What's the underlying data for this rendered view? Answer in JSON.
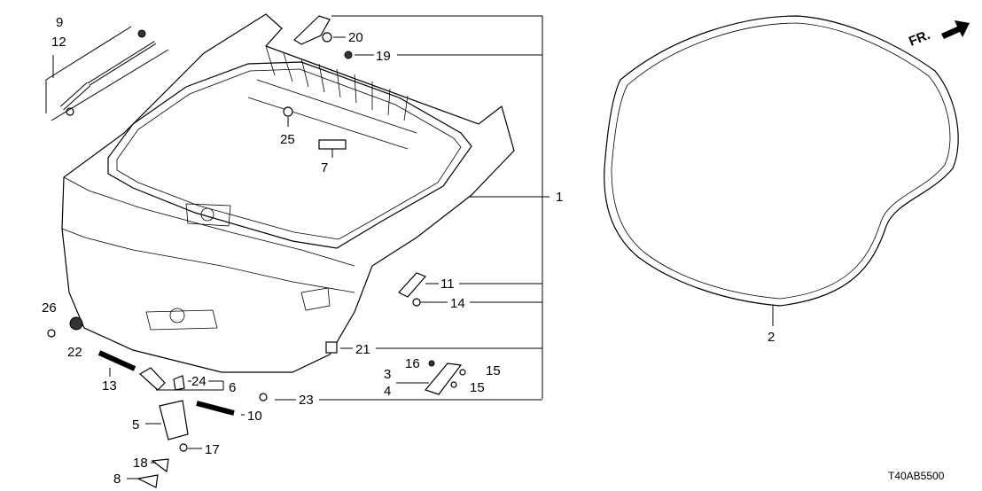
{
  "diagram": {
    "direction_label": "FR.",
    "diagram_code": "T40AB5500",
    "callouts": [
      "9",
      "12",
      "20",
      "19",
      "25",
      "7",
      "1",
      "2",
      "11",
      "14",
      "26",
      "22",
      "21",
      "16",
      "3",
      "15",
      "4",
      "15",
      "13",
      "24",
      "6",
      "10",
      "23",
      "5",
      "17",
      "18",
      "8"
    ]
  }
}
